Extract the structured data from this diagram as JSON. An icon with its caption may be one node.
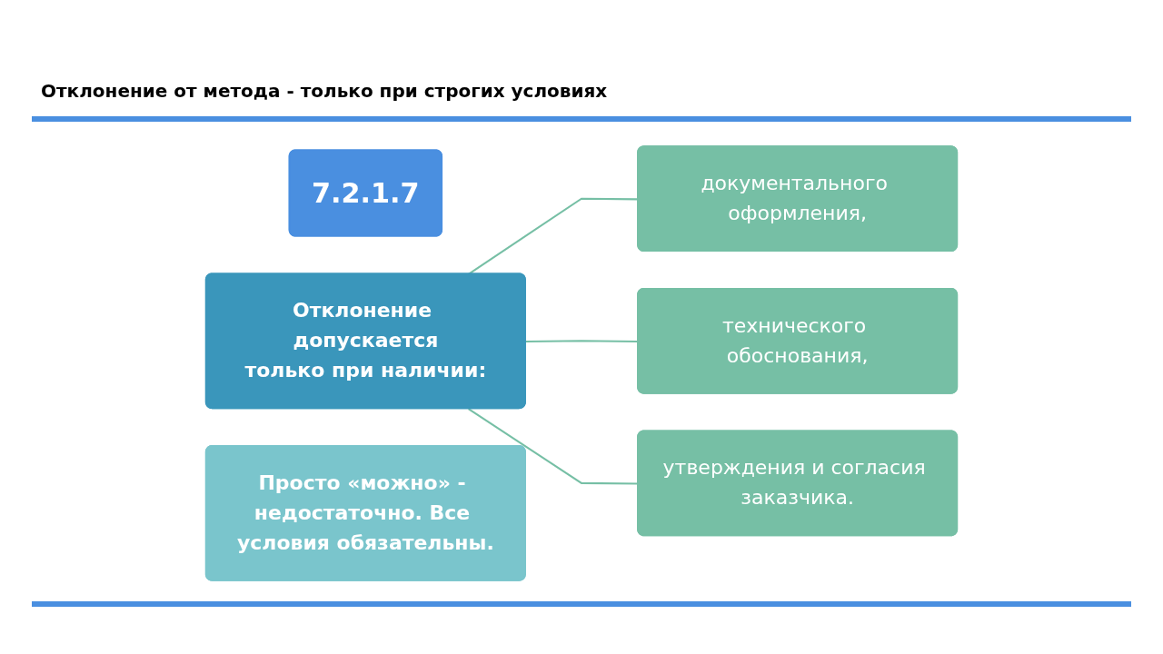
{
  "diagram": {
    "title": "Отклонение от метода - только при строгих условиях",
    "nodes": [
      {
        "text": [
          "7.2.1.7"
        ]
      },
      {
        "text": [
          "Отклонение допускается",
          "только при наличии:"
        ]
      },
      {
        "text": [
          "документального оформления,"
        ]
      },
      {
        "text": [
          "технического обоснования,"
        ]
      },
      {
        "text": [
          "утверждения и согласия заказчика."
        ]
      },
      {
        "text": [
          "Просто «можно» - недостаточно. Все условия обязательны."
        ]
      }
    ],
    "edges": [
      {
        "from": 1,
        "to": 2,
        "arrow": "none"
      },
      {
        "from": 1,
        "to": 3,
        "arrow": "none"
      },
      {
        "from": 1,
        "to": 4,
        "arrow": "none"
      }
    ]
  }
}
